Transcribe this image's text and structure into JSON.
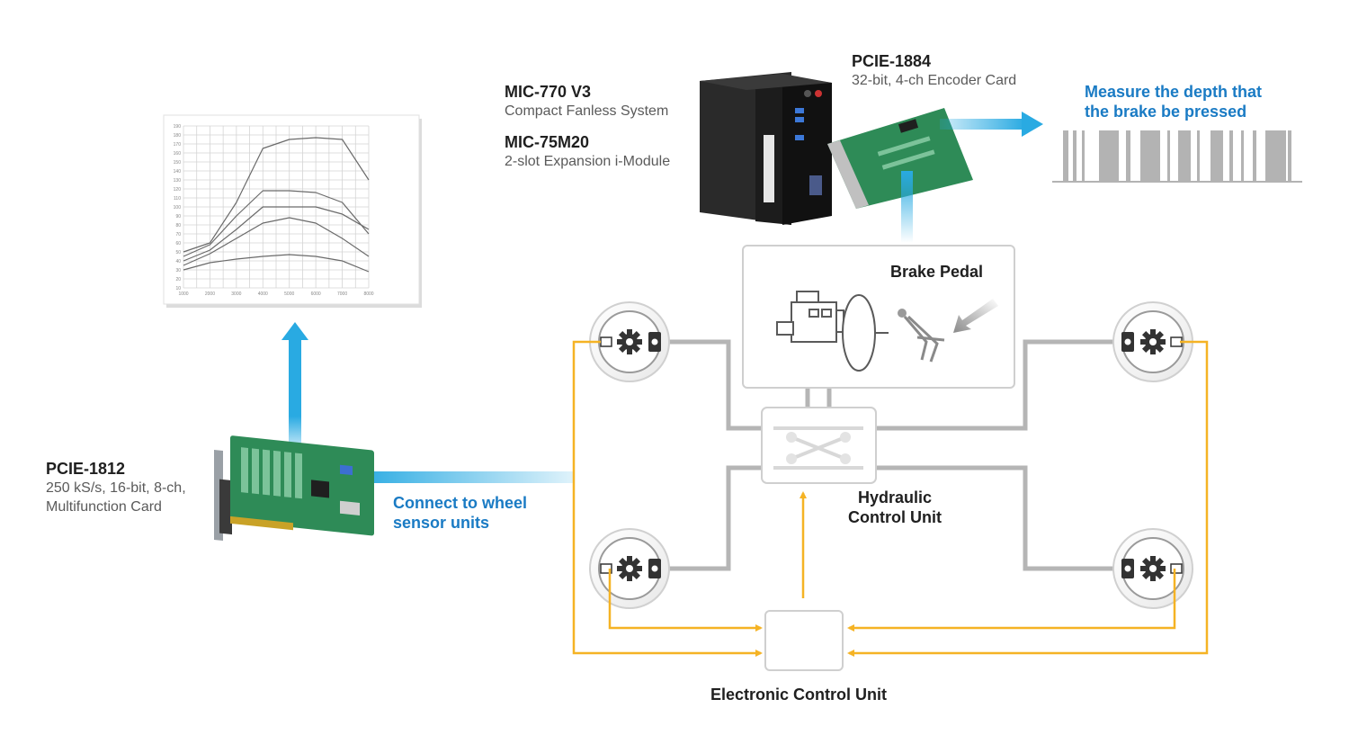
{
  "devices": {
    "mic770": {
      "title": "MIC-770 V3",
      "subtitle": "Compact Fanless System"
    },
    "mic75m20": {
      "title": "MIC-75M20",
      "subtitle": "2-slot Expansion i-Module"
    },
    "pcie1884": {
      "title": "PCIE-1884",
      "subtitle": "32-bit, 4-ch Encoder Card"
    },
    "pcie1812": {
      "title": "PCIE-1812",
      "subtitle_line1": "250 kS/s, 16-bit, 8-ch,",
      "subtitle_line2": "Multifunction Card"
    }
  },
  "annotations": {
    "measure_line1": "Measure the depth that",
    "measure_line2": "the brake be pressed",
    "connect_line1": "Connect to wheel",
    "connect_line2": "sensor units"
  },
  "components": {
    "brake_pedal": "Brake Pedal",
    "hcu_line1": "Hydraulic",
    "hcu_line2": "Control Unit",
    "ecu": "Electronic Control Unit"
  },
  "colors": {
    "blue_arrow": "#29aae2",
    "signal_orange": "#f5b324",
    "hydraulic_gray": "#b5b5b5",
    "label_blue": "#1a7bc4",
    "pcb_green": "#2e8b57"
  },
  "chart_data": {
    "type": "line",
    "title": "",
    "xlabel": "",
    "ylabel": "",
    "x": [
      1000,
      2000,
      3000,
      4000,
      5000,
      6000,
      7000,
      8000
    ],
    "xlim": [
      1000,
      8000
    ],
    "ylim": [
      10,
      190
    ],
    "grid": true,
    "series": [
      {
        "values": [
          50,
          60,
          105,
          165,
          175,
          177,
          175,
          130
        ]
      },
      {
        "values": [
          45,
          58,
          90,
          118,
          118,
          116,
          105,
          70
        ]
      },
      {
        "values": [
          40,
          52,
          75,
          100,
          100,
          100,
          92,
          75
        ]
      },
      {
        "values": [
          35,
          48,
          65,
          82,
          88,
          82,
          65,
          45
        ]
      },
      {
        "values": [
          30,
          38,
          42,
          45,
          47,
          45,
          40,
          28
        ]
      }
    ]
  }
}
